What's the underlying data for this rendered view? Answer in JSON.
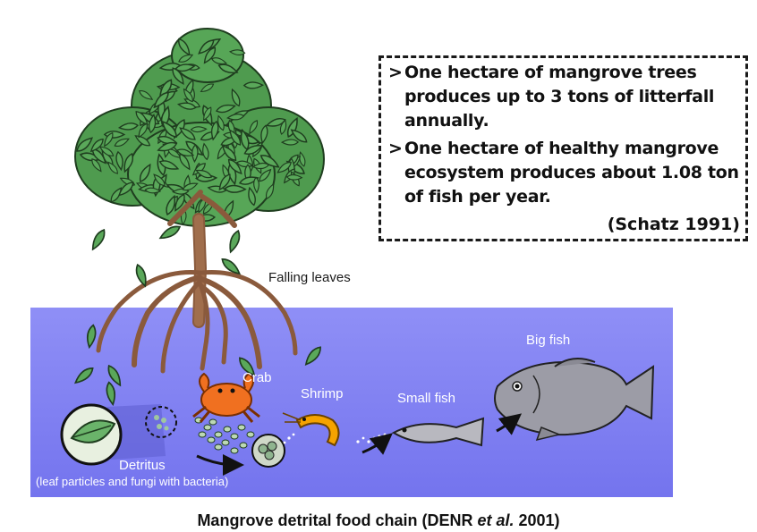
{
  "facts": [
    {
      "marker": ">",
      "text": "One hectare of mangrove trees produces up to 3 tons of litterfall annually."
    },
    {
      "marker": ">",
      "text": "One hectare of healthy mangrove ecosystem produces about 1.08 ton of fish per year."
    }
  ],
  "citation": "(Schatz 1991)",
  "labels": {
    "falling_leaves": "Falling leaves",
    "crab": "Crab",
    "shrimp": "Shrimp",
    "small_fish": "Small fish",
    "big_fish": "Big fish",
    "detritus": "Detritus",
    "detritus_desc": "(leaf particles and fungi with bacteria)"
  },
  "caption": {
    "before": "Mangrove detrital food chain (DENR ",
    "italic": "et al.",
    "after": " 2001)"
  },
  "colors": {
    "water": "#7a7af0",
    "leaf_fill": "#5aa85a",
    "leaf_outline": "#1f3d1f",
    "trunk": "#8a5a3c",
    "crab": "#f07020",
    "shrimp": "#f5a300",
    "fish": "#b4b4b4"
  }
}
